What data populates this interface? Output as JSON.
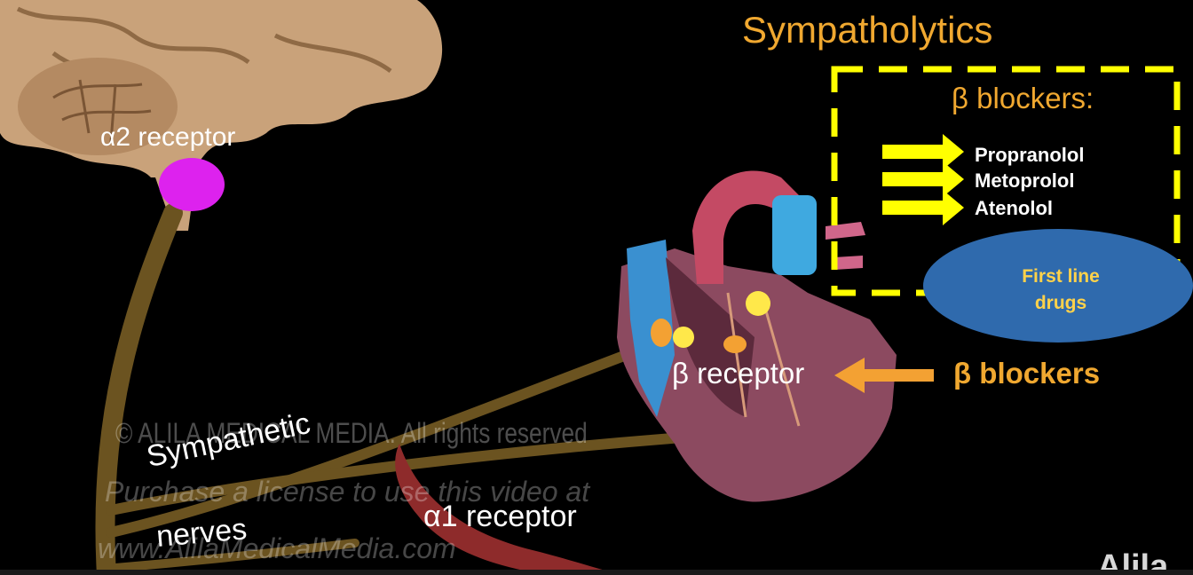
{
  "title": "Sympatholytics",
  "box": {
    "heading": "β blockers:",
    "drugs": [
      "Propranolol",
      "Metoprolol",
      "Atenolol"
    ]
  },
  "callout": {
    "line1": "First line",
    "line2": "drugs"
  },
  "labels": {
    "a2_receptor": "α2 receptor",
    "beta_receptor": "β receptor",
    "beta_blockers": "β blockers",
    "sympathetic_line1": "Sympathetic",
    "sympathetic_line2": "nerves",
    "a1_receptor": "α1 receptor"
  },
  "watermark": {
    "line1": "© ALILA MEDICAL MEDIA. All rights reserved",
    "line2": "Purchase a license to use this video at",
    "line3": "www.AlilaMedicalMedia.com",
    "corner": "Alila"
  },
  "colors": {
    "title": "#f0a830",
    "dashed_box": "#ffff00",
    "arrow_drug": "#ffff00",
    "oval": "#2f6aad",
    "oval_text": "#ffd24a",
    "receptor_a2": "#dd22ee",
    "nerve": "#6b5320",
    "brain": "#c9a27a",
    "heart": "#8c4a60"
  }
}
